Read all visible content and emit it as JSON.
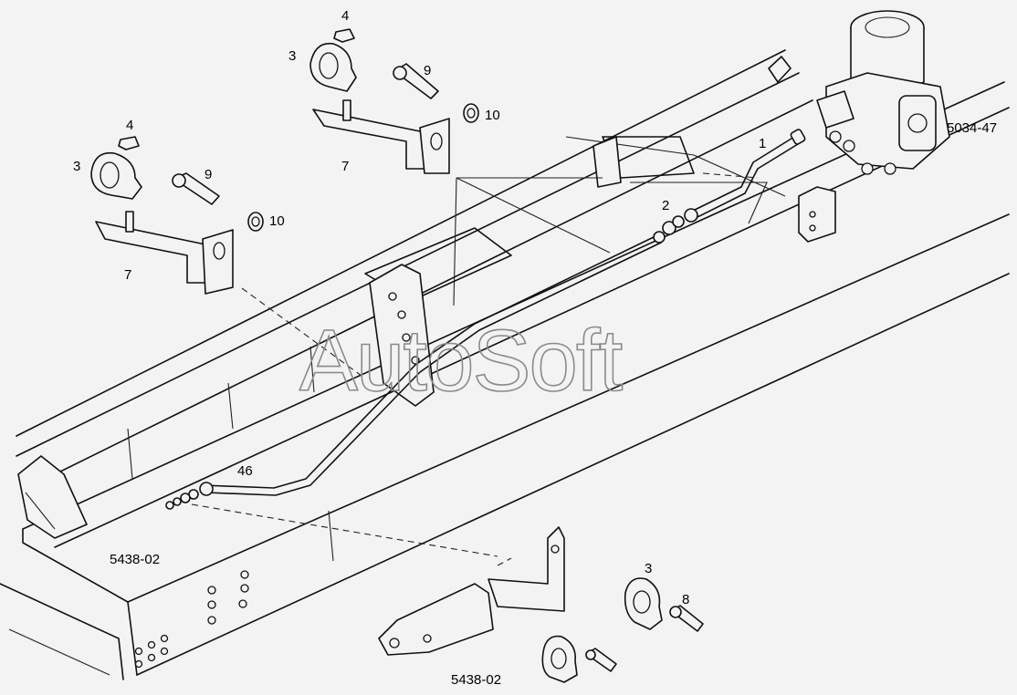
{
  "watermark": "AutoSoft",
  "callouts": {
    "c1": "1",
    "c2": "2",
    "c3a": "3",
    "c3b": "3",
    "c3c": "3",
    "c4a": "4",
    "c4b": "4",
    "c7a": "7",
    "c7b": "7",
    "c8": "8",
    "c9a": "9",
    "c9b": "9",
    "c10a": "10",
    "c10b": "10",
    "c46": "46"
  },
  "references": {
    "ref_5034": "5034-47",
    "ref_5438_left": "5438-02",
    "ref_5438_bottom": "5438-02"
  }
}
